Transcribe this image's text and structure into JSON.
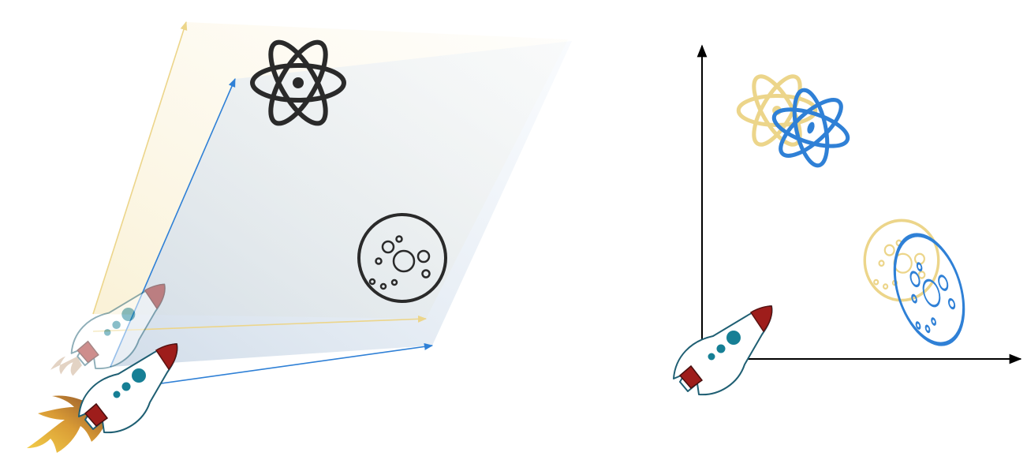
{
  "colors": {
    "yellow": "#ecd58a",
    "blue": "#2f80d6",
    "dark": "#2a2a2a",
    "rocket_body": "#ffffff",
    "rocket_outline": "#1f5f73",
    "rocket_nose": "#9e1d1b",
    "rocket_window": "#167f95",
    "flame_outer": "#f0c341",
    "flame_inner": "#8a4e2a",
    "axis": "#000000"
  },
  "icons": {
    "left_panel": [
      "yellow-frame-axes",
      "blue-frame-axes",
      "atom-icon",
      "moon-icon",
      "faded-rocket-icon",
      "rocket-icon"
    ],
    "right_panel": [
      "axes",
      "yellow-atom-icon",
      "blue-atom-icon",
      "yellow-moon-icon",
      "blue-moon-icon",
      "rocket-icon"
    ]
  }
}
